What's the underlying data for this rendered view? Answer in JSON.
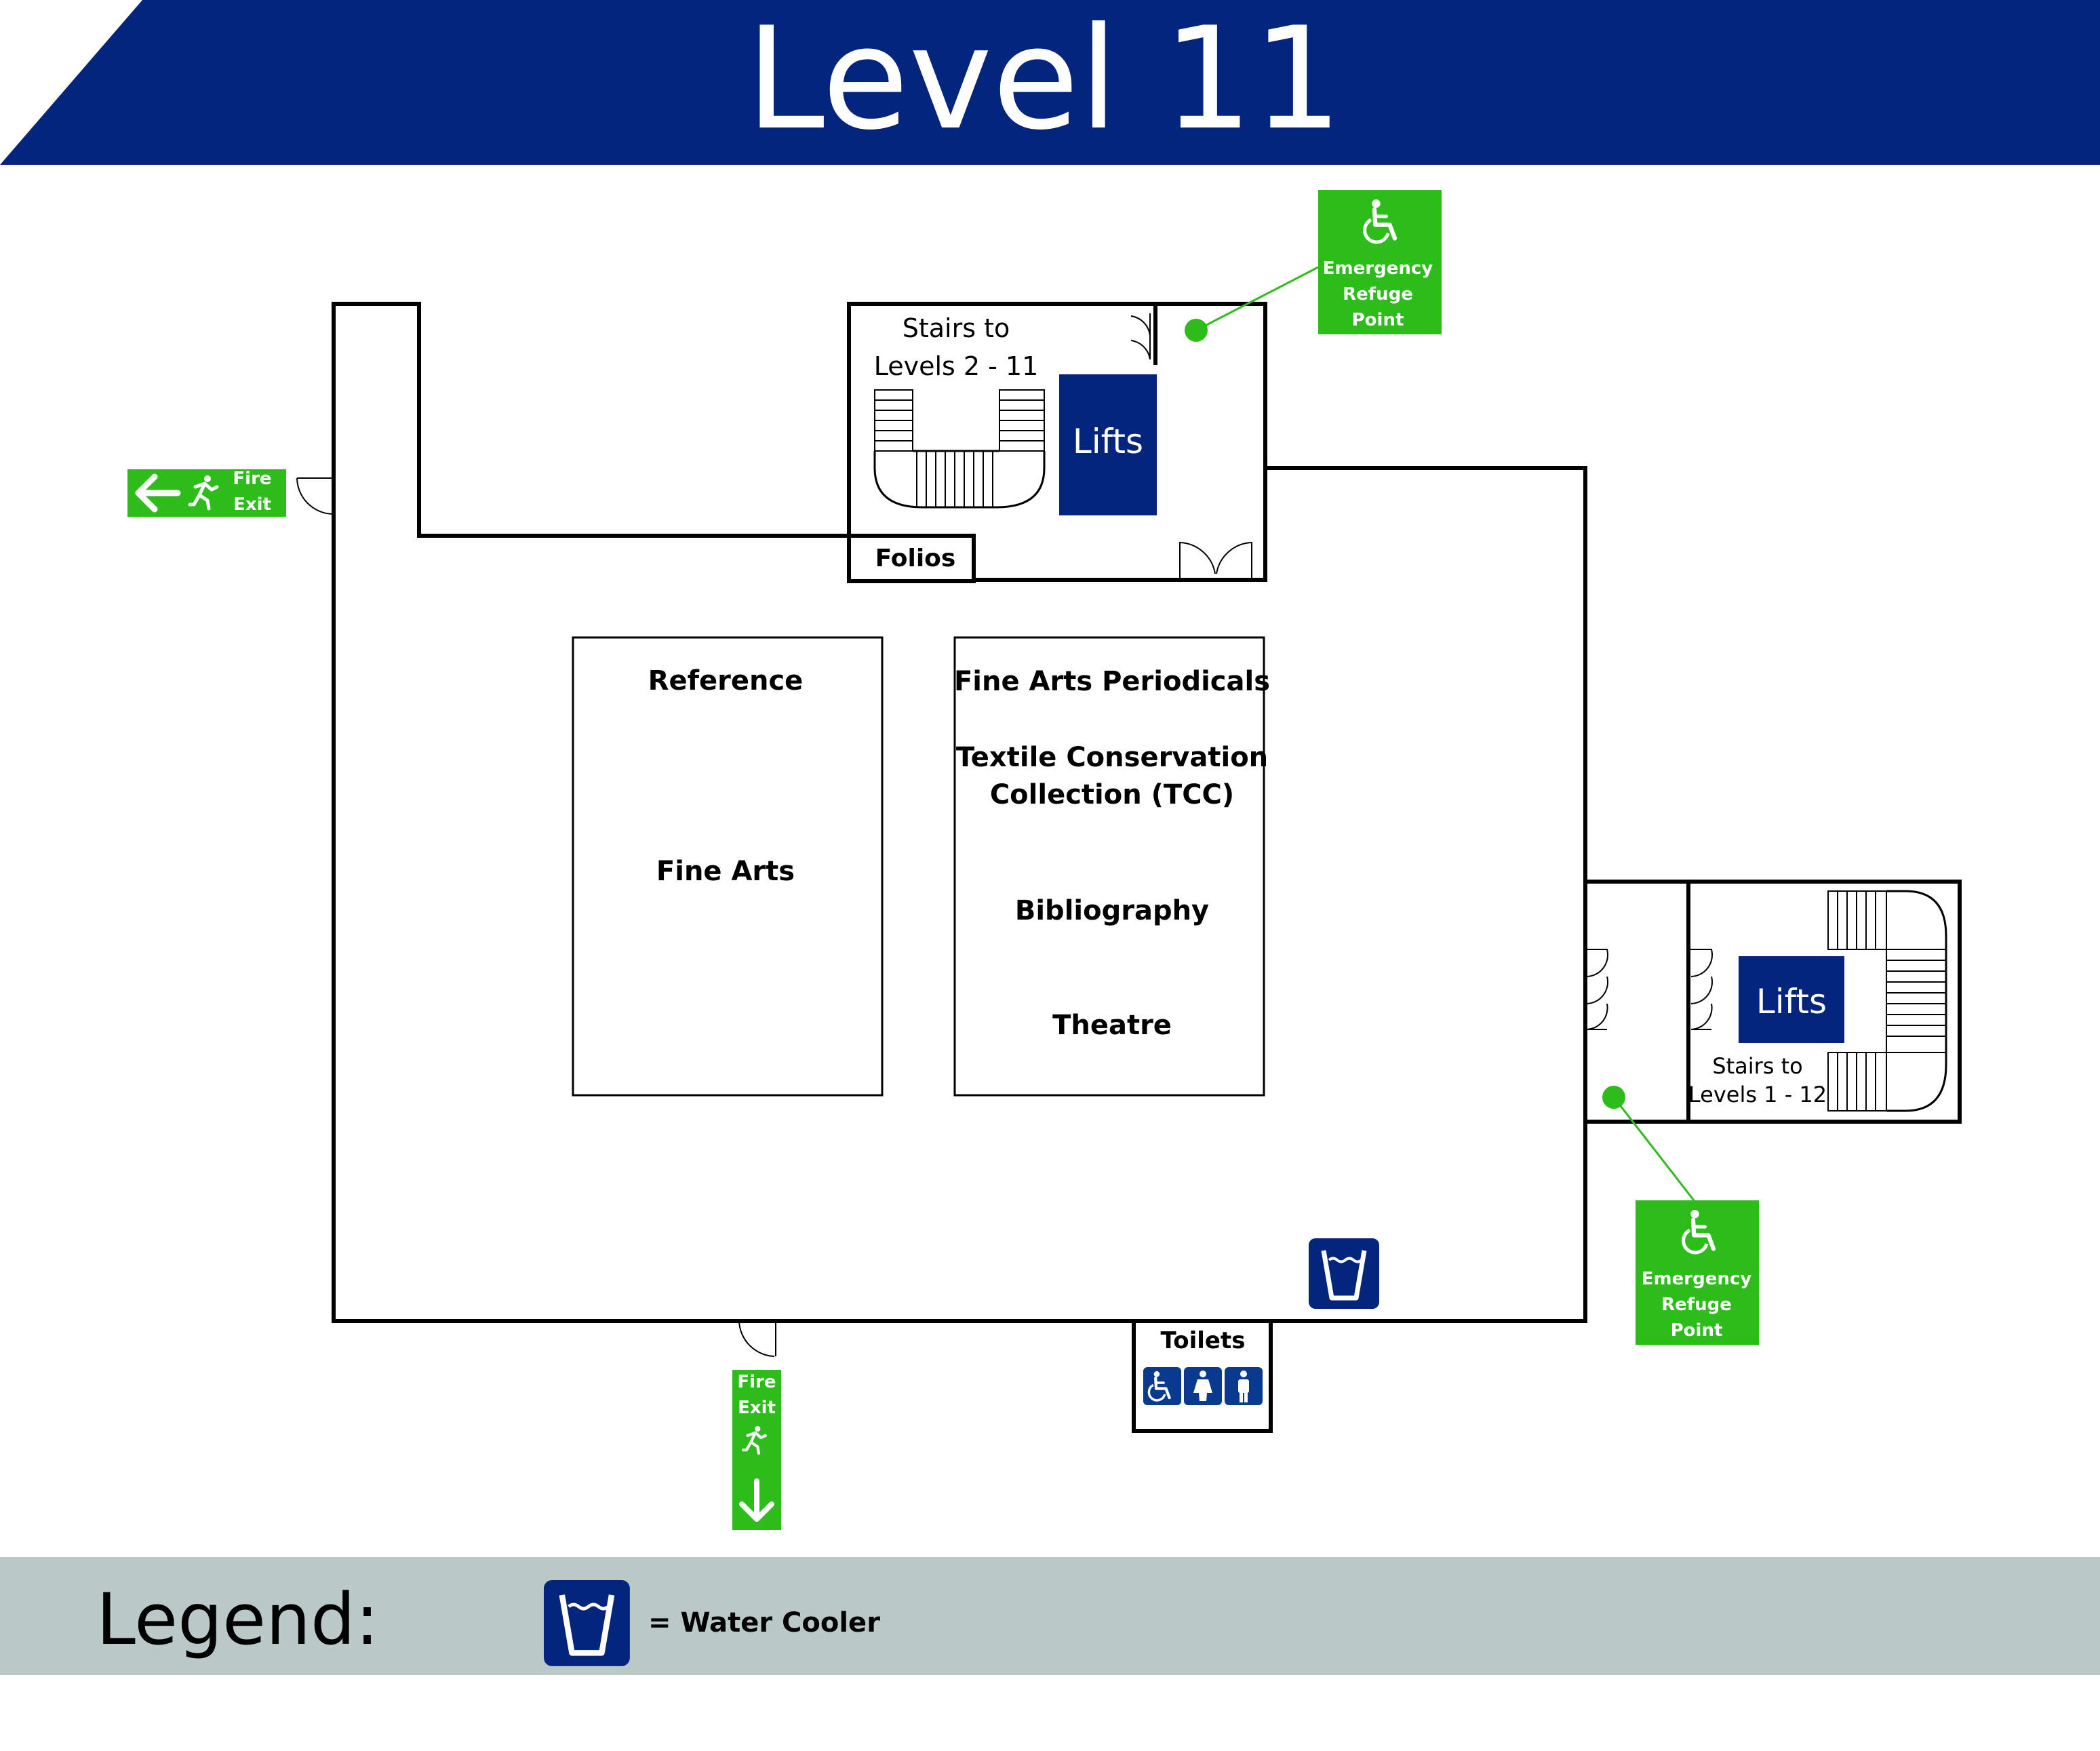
{
  "title": "Level 11",
  "colors": {
    "header": "#03257e",
    "lifts": "#03257e",
    "sign_green": "#2cbd1b",
    "legend_bar": "#bbc8c8",
    "toilet_icon": "#0a3a8f"
  },
  "rooms": {
    "stairs_top": [
      "Stairs to",
      "Levels 2 - 11"
    ],
    "lifts_top": "Lifts",
    "folios": "Folios",
    "reference": "Reference",
    "fine_arts": "Fine Arts",
    "fine_arts_periodicals": "Fine Arts Periodicals",
    "textile": [
      "Textile Conservation",
      "Collection (TCC)"
    ],
    "bibliography": "Bibliography",
    "theatre": "Theatre",
    "lifts_right": "Lifts",
    "stairs_right": [
      "Stairs to",
      "Levels 1 - 12"
    ],
    "toilets": "Toilets"
  },
  "signs": {
    "refuge_top": [
      "Emergency",
      "Refuge",
      "Point"
    ],
    "refuge_right": [
      "Emergency",
      "Refuge",
      "Point"
    ],
    "fire_exit_left": [
      "Fire",
      "Exit"
    ],
    "fire_exit_bottom": [
      "Fire",
      "Exit"
    ]
  },
  "icons": {
    "water_cooler": "water-cooler-icon",
    "wheelchair": "wheelchair-icon",
    "female": "female-toilet-icon",
    "male": "male-toilet-icon",
    "running_man": "running-man-icon",
    "arrow_left": "arrow-left-icon",
    "arrow_down": "arrow-down-icon"
  },
  "legend": {
    "heading": "Legend:",
    "water_cooler_label": "= Water Cooler"
  }
}
